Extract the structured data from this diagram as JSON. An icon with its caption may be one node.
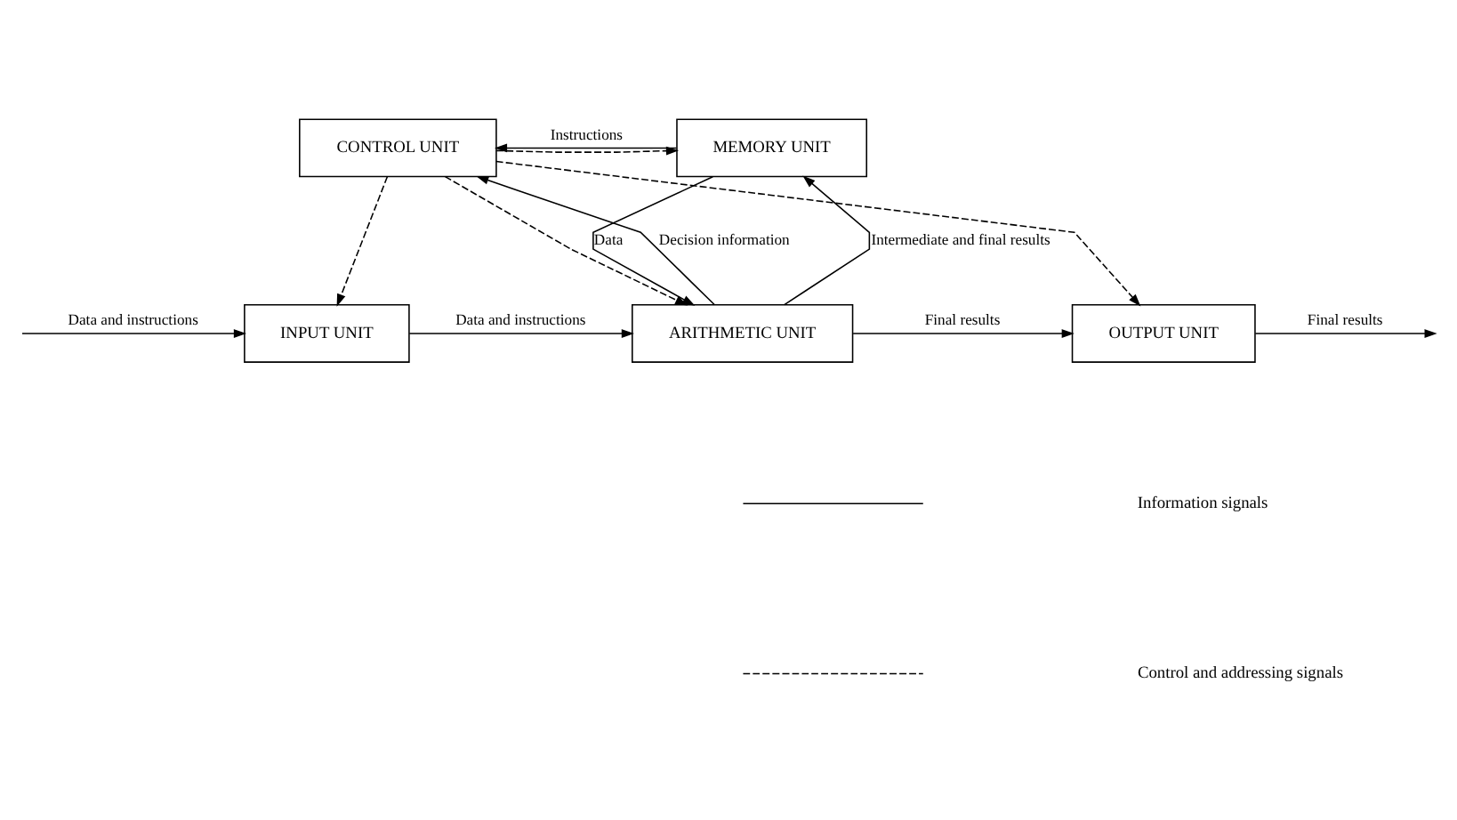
{
  "diagram": {
    "nodes": [
      {
        "text": [
          "CONTROL UNIT"
        ]
      },
      {
        "text": [
          "MEMORY UNIT"
        ]
      },
      {
        "text": [
          "INPUT UNIT"
        ]
      },
      {
        "text": [
          "ARITHMETIC UNIT"
        ]
      },
      {
        "text": [
          "OUTPUT UNIT"
        ]
      }
    ],
    "edges": [
      {
        "from": null,
        "to": 2,
        "arrow": "to",
        "label": "Data and instructions"
      },
      {
        "from": 2,
        "to": 3,
        "arrow": "to",
        "label": "Data and instructions"
      },
      {
        "from": 3,
        "to": 4,
        "arrow": "to",
        "label": "Final results"
      },
      {
        "from": 4,
        "to": null,
        "arrow": "to",
        "label": "Final results"
      },
      {
        "from": 3,
        "to": 0,
        "arrow": "to",
        "label": "Decision information"
      },
      {
        "from": 1,
        "to": 3,
        "arrow": "to",
        "label": "Data"
      },
      {
        "from": 3,
        "to": 1,
        "arrow": "to",
        "label": "Intermediate and final results"
      },
      {
        "from": 1,
        "to": 0,
        "arrow": "to",
        "label": "Instructions"
      },
      {
        "from": 0,
        "to": 1,
        "arrow": "to",
        "style": "dashed"
      },
      {
        "from": 0,
        "to": 2,
        "arrow": "to",
        "style": "dashed"
      },
      {
        "from": 0,
        "to": 3,
        "arrow": "to",
        "style": "dashed"
      },
      {
        "from": 0,
        "to": 4,
        "arrow": "to",
        "style": "dashed"
      }
    ],
    "legend": [
      {
        "text": "Information signals"
      },
      {
        "text": "Control and addressing signals"
      }
    ]
  }
}
